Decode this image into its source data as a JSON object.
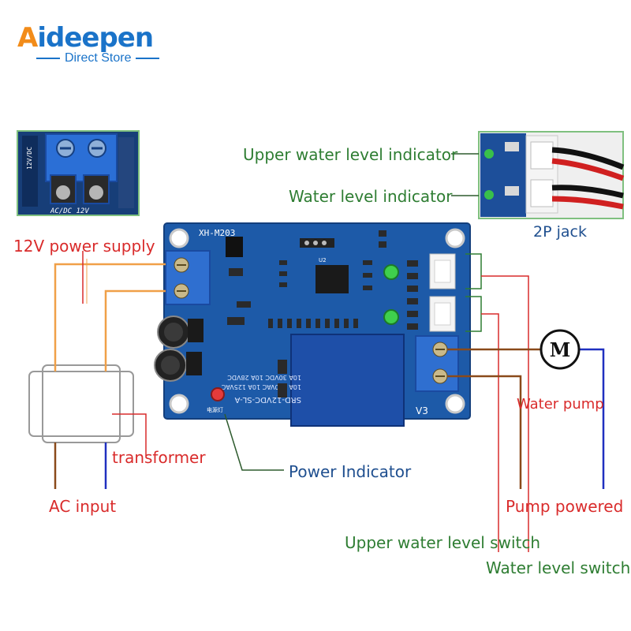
{
  "logo": {
    "brand_first": "A",
    "brand_rest": "ideepen",
    "subtitle": "Direct Store"
  },
  "inset_left": {
    "label": "AC/DC 12V",
    "side_text": "12V/DC"
  },
  "inset_right": {
    "caption": "2P jack"
  },
  "board": {
    "model": "XH-M203",
    "relay_text_1": "SRD-12VDC-SL-A",
    "relay_text_2": "10A 250VAC  10A 125VAC",
    "relay_text_3": "10A 30VDC  10A 28VDC",
    "v3": "V3",
    "power_led_text": "电源灯",
    "ic_label": "U2"
  },
  "labels": {
    "upper_indicator": "Upper water level indicator",
    "level_indicator": "Water level indicator",
    "power_supply": "12V power supply",
    "transformer": "transformer",
    "ac_input": "AC input",
    "power_indicator": "Power Indicator",
    "water_pump": "Water pump",
    "pump_powered": "Pump powered",
    "upper_switch": "Upper water level switch",
    "level_switch": "Water level switch",
    "motor_symbol": "M"
  },
  "colors": {
    "board": "#1d5aa8",
    "terminal": "#2f6fd0",
    "relay": "#1e4fa8",
    "wire_orange": "#f0a048",
    "wire_brown": "#8a4a1a",
    "wire_blue": "#2030c0",
    "wire_red": "#d92b2b",
    "label_green": "#2e7d32",
    "label_red": "#d92b2b"
  }
}
